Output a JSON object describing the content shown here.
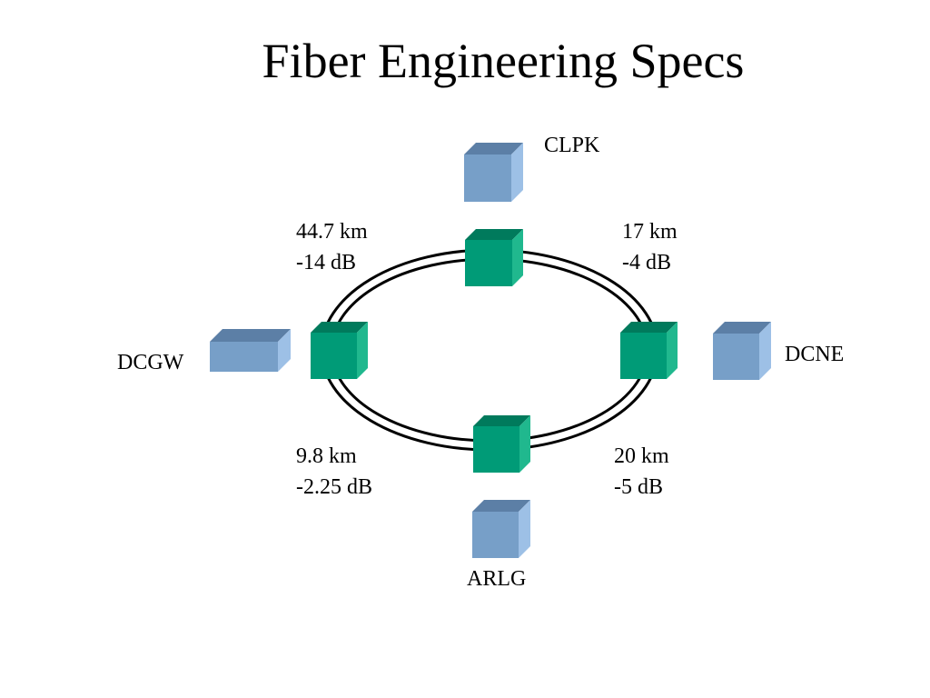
{
  "title": "Fiber Engineering Specs",
  "colors": {
    "ring_node_front": "#009B77",
    "ring_node_top": "#007A5C",
    "ring_node_side": "#20B88E",
    "site_box_front": "#779FC8",
    "site_box_top": "#5C7FA6",
    "site_box_side": "#9DC0E6",
    "ring_line": "#000000"
  },
  "sites": {
    "top": "CLPK",
    "left": "DCGW",
    "right": "DCNE",
    "bottom": "ARLG"
  },
  "segments": {
    "top_left": {
      "distance": "44.7 km",
      "loss": "-14 dB"
    },
    "top_right": {
      "distance": "17 km",
      "loss": "-4 dB"
    },
    "bottom_left": {
      "distance": "9.8 km",
      "loss": "-2.25 dB"
    },
    "bottom_right": {
      "distance": "20 km",
      "loss": "-5 dB"
    }
  }
}
